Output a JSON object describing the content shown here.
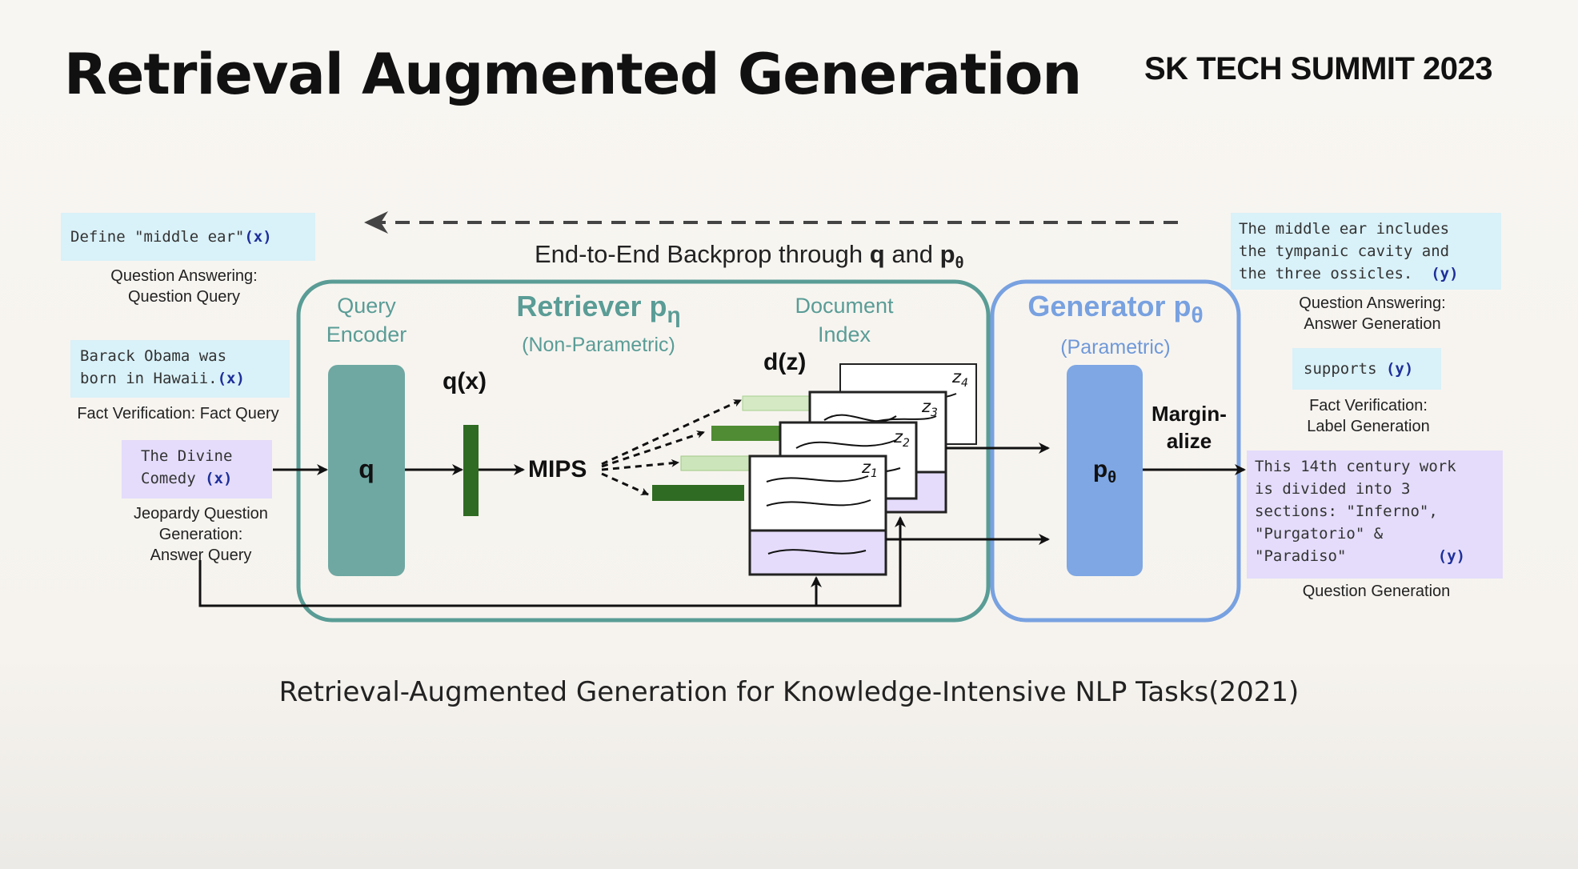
{
  "slide": {
    "title": "Retrieval Augmented Generation",
    "brand": "SK TECH SUMMIT 2023",
    "footer": "Retrieval-Augmented Generation for Knowledge-Intensive NLP Tasks(2021)"
  },
  "backprop": {
    "label_prefix": "End-to-End Backprop through ",
    "q": "q",
    "and": " and ",
    "p": "p",
    "theta": "θ"
  },
  "inputs": [
    {
      "text": "Define \"middle ear\"",
      "var": "(x)",
      "caption": "Question Answering:\nQuestion Query"
    },
    {
      "text": "Barack Obama was\nborn in Hawaii.",
      "var": "(x)",
      "caption": "Fact Verification: Fact Query"
    },
    {
      "text": "The Divine\nComedy ",
      "var": "(x)",
      "caption": "Jeopardy Question\nGeneration:\nAnswer Query"
    }
  ],
  "retriever": {
    "title": "Retriever p",
    "title_sub": "η",
    "subtitle": "(Non-Parametric)",
    "query_encoder_label": "Query\nEncoder",
    "encoder_symbol": "q",
    "qx_label": "q(x)",
    "mips_label": "MIPS",
    "doc_index_label": "Document\nIndex",
    "dz_label": "d(z)",
    "doc_labels": [
      "z",
      "z",
      "z",
      "z"
    ],
    "doc_subs": [
      "1",
      "2",
      "3",
      "4"
    ]
  },
  "generator": {
    "title": "Generator p",
    "title_sub": "θ",
    "subtitle": "(Parametric)",
    "symbol": "p",
    "symbol_sub": "θ",
    "marginalize_label": "Margin-\nalize"
  },
  "outputs": [
    {
      "text": "The middle ear includes\nthe tympanic cavity and\nthe three ossicles.  ",
      "var": "(y)",
      "caption": "Question Answering:\nAnswer Generation"
    },
    {
      "text": "supports ",
      "var": "(y)",
      "caption": "Fact Verification:\nLabel Generation"
    },
    {
      "text": "This 14th century work\nis divided into 3\nsections: \"Inferno\",\n\"Purgatorio\" &\n\"Paradiso\"          ",
      "var": "(y)",
      "caption": "Question Generation"
    }
  ],
  "colors": {
    "teal": "#5a9c96",
    "teal_block": "#6fa8a2",
    "blue": "#78a1e0",
    "blue_block": "#7ea7e3",
    "dark_green": "#2f6b22",
    "mid_green": "#5a9a3a",
    "light_green": "#c6e0b4",
    "doc_lavender": "#e5dcfb",
    "input_blue": "#d9f1f8",
    "input_lavender": "#e4dcfa"
  }
}
